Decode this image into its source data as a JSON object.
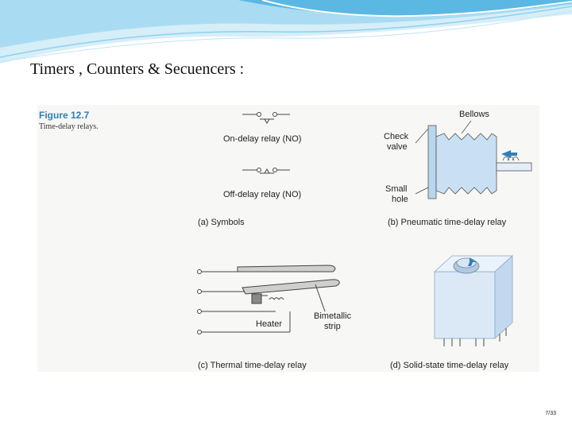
{
  "slide": {
    "title": "Timers , Counters & Secuencers :",
    "page_number": "7/33"
  },
  "figure": {
    "number": "Figure 12.7",
    "caption": "Time-delay relays.",
    "symbols": {
      "on_delay": "On-delay relay (NO)",
      "off_delay": "Off-delay relay (NO)",
      "panel_label": "(a)  Symbols"
    },
    "pneumatic": {
      "bellows": "Bellows",
      "check_valve_1": "Check",
      "check_valve_2": "valve",
      "small_hole_1": "Small",
      "small_hole_2": "hole",
      "panel_label": "(b)  Pneumatic time-delay relay"
    },
    "thermal": {
      "heater": "Heater",
      "bimetallic_1": "Bimetallic",
      "bimetallic_2": "strip",
      "panel_label": "(c)  Thermal time-delay relay"
    },
    "solid_state": {
      "panel_label": "(d)  Solid-state time-delay relay"
    }
  },
  "colors": {
    "banner_light": "#d6eef8",
    "banner_mid": "#8fd0ee",
    "banner_dark": "#5bb8e2",
    "accent_blue": "#2d7fb8",
    "relay_body": "#dbe9f7"
  }
}
